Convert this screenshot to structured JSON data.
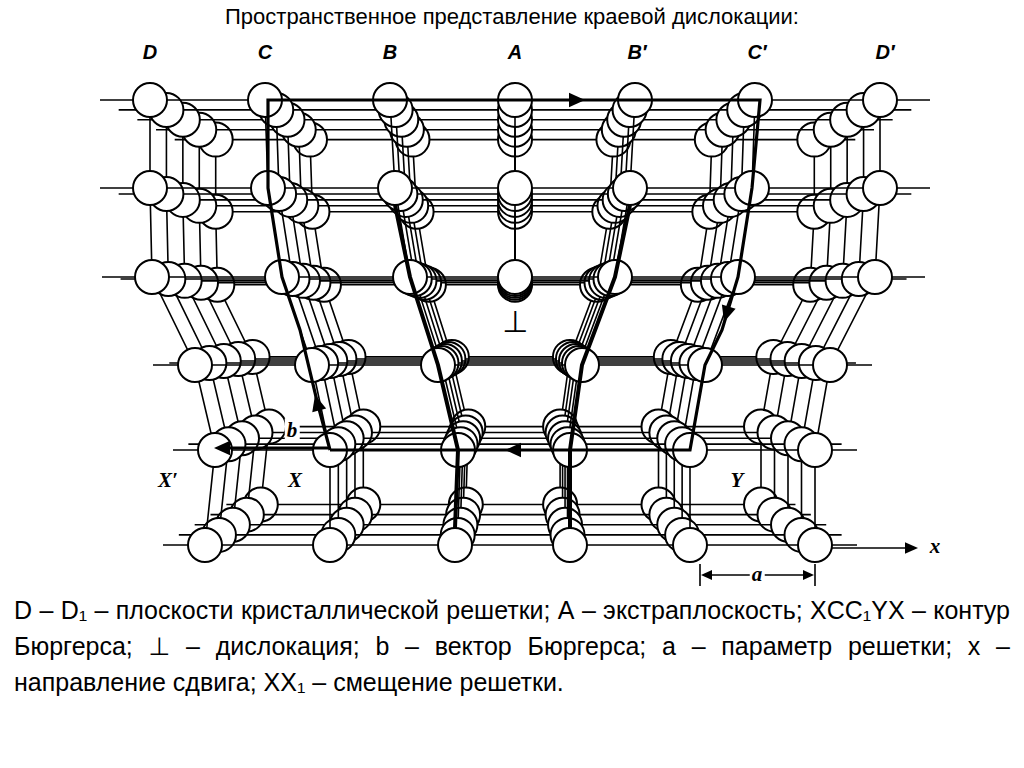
{
  "diagram": {
    "title": "Пространственное представление краевой дислокации:",
    "caption": "D – D₁ – плоскости кристаллической решетки; А – экстраплоскость; XCC₁YX – контур Бюргерса; ⊥ – дислокация; b – вектор Бюргерса; a – параметр решетки; x – направление сдвига; XX₁ – смещение решетки.",
    "labels": [
      "D",
      "C",
      "B",
      "A",
      "B′",
      "C′",
      "D′",
      "⊥",
      "b",
      "X′",
      "X",
      "Y",
      "x",
      "a"
    ]
  }
}
